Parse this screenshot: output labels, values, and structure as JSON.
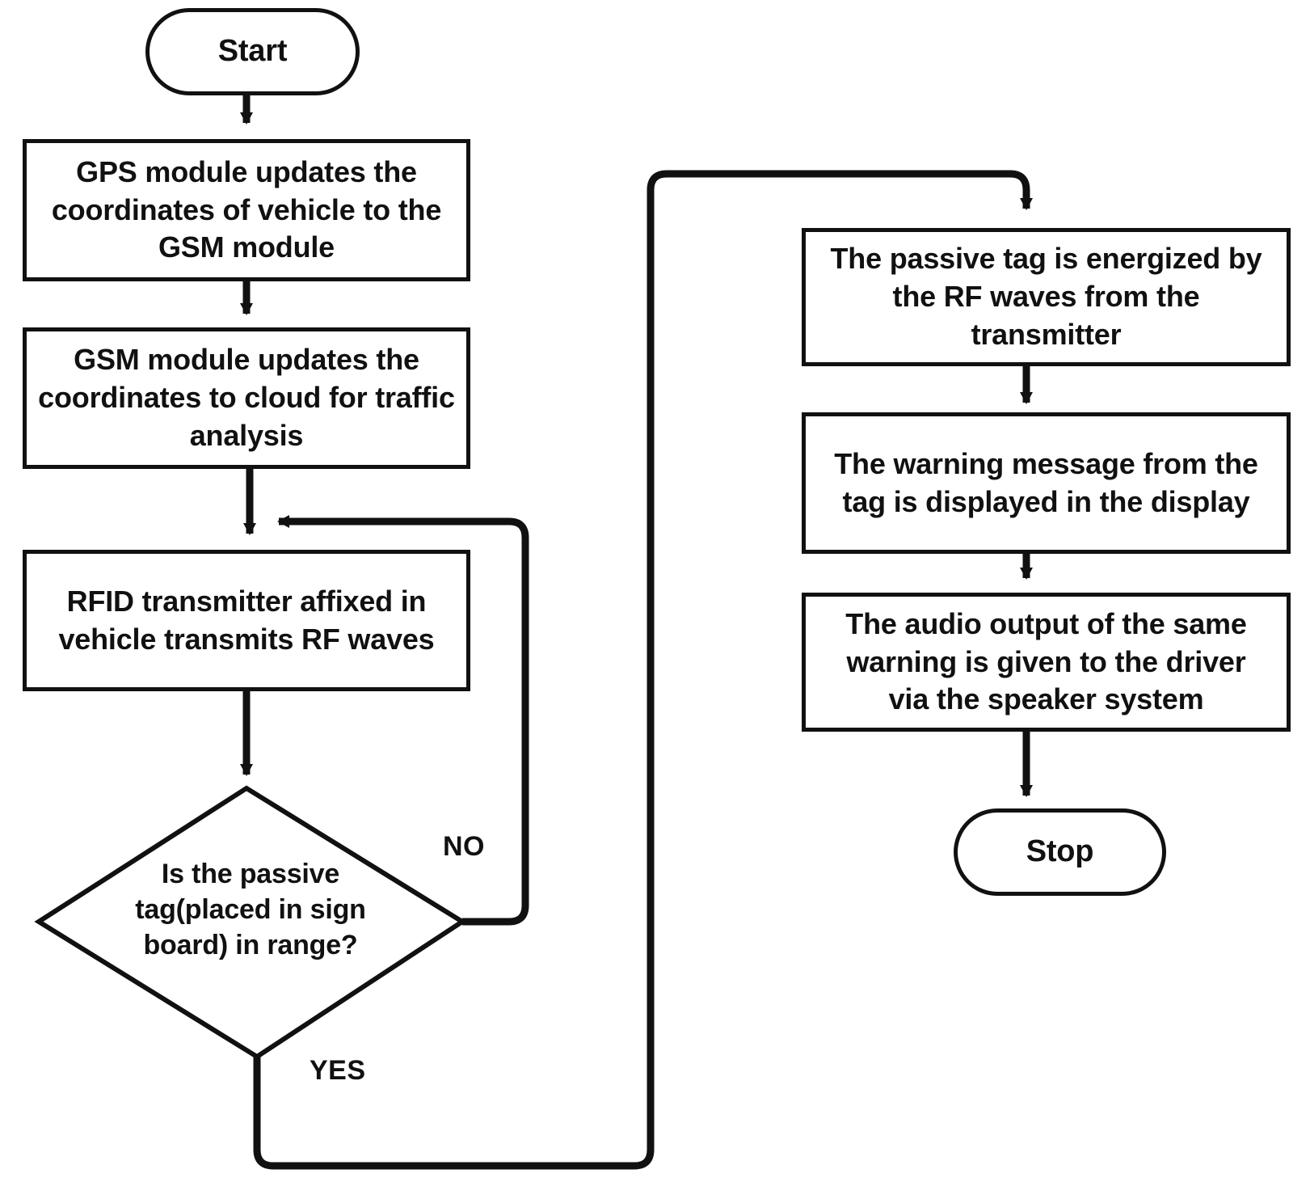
{
  "diagram": {
    "title": "RFID based traffic sign warning system flowchart",
    "type": "flowchart",
    "stroke_color": "#111111",
    "fill_color": "#ffffff",
    "background_color": "#ffffff"
  },
  "nodes": {
    "start": {
      "label": "Start",
      "shape": "terminator"
    },
    "gps_update": {
      "label": "GPS module updates the\ncoordinates of vehicle to the\nGSM module",
      "shape": "process"
    },
    "gsm_update": {
      "label": "GSM module updates the\ncoordinates to cloud for traffic\nanalysis",
      "shape": "process"
    },
    "rfid_transmit": {
      "label": "RFID transmitter affixed in\nvehicle transmits RF waves",
      "shape": "process"
    },
    "tag_in_range": {
      "label": "Is the passive\ntag(placed in sign\nboard) in range?",
      "shape": "decision"
    },
    "tag_energized": {
      "label": "The passive tag is energized by\nthe RF waves from the\ntransmitter",
      "shape": "process"
    },
    "warning_displayed": {
      "label": "The warning message from the\ntag is displayed in the display",
      "shape": "process"
    },
    "audio_output": {
      "label": "The audio output of the same\nwarning is given to the driver\nvia the speaker system",
      "shape": "process"
    },
    "stop": {
      "label": "Stop",
      "shape": "terminator"
    }
  },
  "edge_labels": {
    "no": "NO",
    "yes": "YES"
  },
  "edges": [
    {
      "from": "start",
      "to": "gps_update",
      "label": ""
    },
    {
      "from": "gps_update",
      "to": "gsm_update",
      "label": ""
    },
    {
      "from": "gsm_update",
      "to": "rfid_transmit",
      "label": ""
    },
    {
      "from": "rfid_transmit",
      "to": "tag_in_range",
      "label": ""
    },
    {
      "from": "tag_in_range",
      "to": "rfid_transmit",
      "label": "NO"
    },
    {
      "from": "tag_in_range",
      "to": "tag_energized",
      "label": "YES"
    },
    {
      "from": "tag_energized",
      "to": "warning_displayed",
      "label": ""
    },
    {
      "from": "warning_displayed",
      "to": "audio_output",
      "label": ""
    },
    {
      "from": "audio_output",
      "to": "stop",
      "label": ""
    }
  ]
}
